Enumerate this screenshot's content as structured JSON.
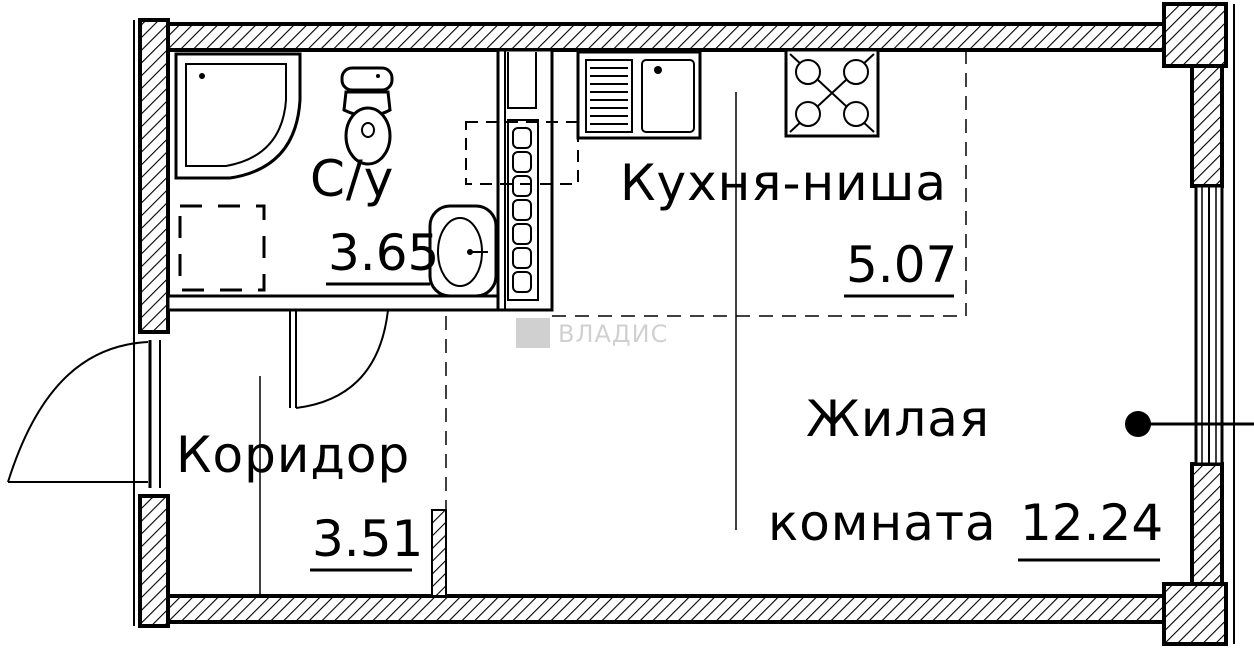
{
  "rooms": {
    "bathroom": {
      "name": "С/у",
      "area": "3.65"
    },
    "kitchen": {
      "name": "Кухня-ниша",
      "area": "5.07"
    },
    "corridor": {
      "name": "Коридор",
      "area": "3.51"
    },
    "living": {
      "name_line1": "Жилая",
      "name_line2": "комната",
      "area": "12.24"
    }
  },
  "watermark": "ВЛАДИС",
  "colors": {
    "line": "#000000",
    "background": "#ffffff",
    "watermark": "#b0b0b0"
  },
  "icons": [
    "bathtub-icon",
    "toilet-icon",
    "washbasin-icon",
    "kitchen-sink-icon",
    "stove-icon",
    "radiator-icon",
    "washing-machine-icon"
  ]
}
